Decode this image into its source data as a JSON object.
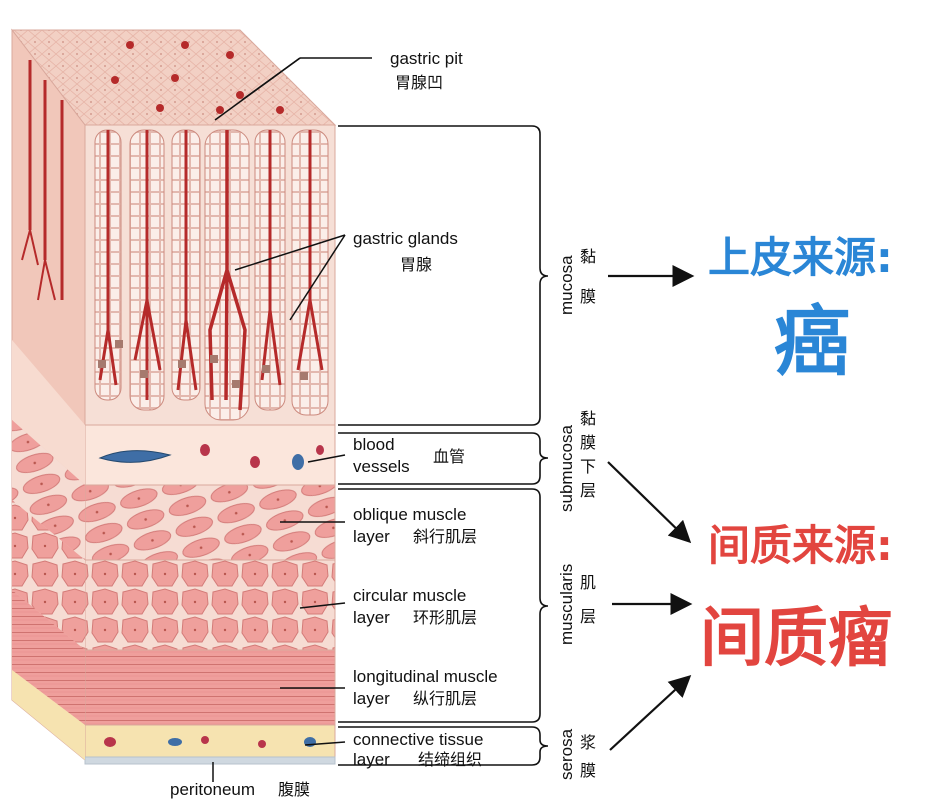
{
  "labels": {
    "gastric_pit": "gastric pit",
    "gastric_pit_cn": "胃腺凹",
    "gastric_glands": "gastric glands",
    "gastric_glands_cn": "胃腺",
    "blood_vessels_1": "blood",
    "blood_vessels_2": "vessels",
    "blood_vessels_cn": "血管",
    "oblique_1": "oblique muscle",
    "oblique_2": "layer",
    "oblique_cn": "斜行肌层",
    "circular_1": "circular muscle",
    "circular_2": "layer",
    "circular_cn": "环形肌层",
    "longitudinal_1": "longitudinal muscle",
    "longitudinal_2": "layer",
    "longitudinal_cn": "纵行肌层",
    "connective_1": "connective tissue",
    "connective_2": "layer",
    "connective_cn": "结缔组织",
    "peritoneum": "peritoneum",
    "peritoneum_cn": "腹膜"
  },
  "layers": {
    "mucosa": "mucosa",
    "mucosa_cn_1": "黏",
    "mucosa_cn_2": "膜",
    "submucosa": "submucosa",
    "submucosa_cn_1": "黏",
    "submucosa_cn_2": "膜",
    "submucosa_cn_3": "下",
    "submucosa_cn_4": "层",
    "muscularis": "muscularis",
    "muscularis_cn_1": "肌",
    "muscularis_cn_2": "层",
    "serosa": "serosa",
    "serosa_cn_1": "浆",
    "serosa_cn_2": "膜"
  },
  "origins": {
    "epithelial_title": "上皮来源:",
    "epithelial_tumor": "癌",
    "mesenchymal_title": "间质来源:",
    "mesenchymal_tumor": "间质瘤"
  },
  "colors": {
    "epithelial": "#2a86d6",
    "mesenchymal": "#e2453f",
    "tissue_base": "#f3cfc4",
    "gland_red": "#b52a2a",
    "muscle_pink": "#ee9e9c",
    "connective_yellow": "#f6e3b0"
  }
}
